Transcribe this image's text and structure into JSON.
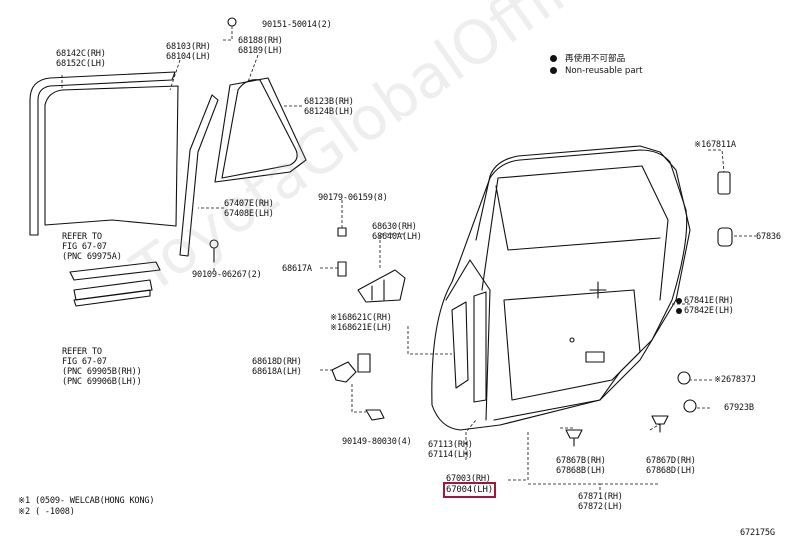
{
  "watermark": "ToyotaGlobalOffline.ru",
  "legend": {
    "item_jp": "再使用不可部品",
    "item_en": "Non-reusable part"
  },
  "labels": {
    "p68142C": [
      "68142C(RH)",
      "68152C(LH)"
    ],
    "p68103": [
      "68103(RH)",
      "68104(LH)"
    ],
    "p90151": "90151-50014(2)",
    "p68188": [
      "68188(RH)",
      "68189(LH)"
    ],
    "p68123B": [
      "68123B(RH)",
      "68124B(LH)"
    ],
    "p67407E": [
      "67407E(RH)",
      "67408E(LH)"
    ],
    "p90109": "90109-06267(2)",
    "ref1": [
      "REFER TO",
      "FIG 67-07",
      "(PNC 69975A)"
    ],
    "ref2": [
      "REFER TO",
      "FIG 67-07",
      "(PNC 69905B(RH))",
      "(PNC 69906B(LH))"
    ],
    "p90179": "90179-06159(8)",
    "p68630": [
      "68630(RH)",
      "68640A(LH)"
    ],
    "p68617A": "68617A",
    "p68621C": [
      "※168621C(RH)",
      "※168621E(LH)"
    ],
    "p68618D": [
      "68618D(RH)",
      "68618A(LH)"
    ],
    "p90149": "90149-80030(4)",
    "p67113": [
      "67113(RH)",
      "67114(LH)"
    ],
    "p67003": "67003(RH)",
    "p67004": "67004(LH)",
    "p67811A": "※167811A",
    "p67836": "67836",
    "p67841E": [
      "67841E(RH)",
      "67842E(LH)"
    ],
    "p67837J": "※267837J",
    "p67923B": "67923B",
    "p67867B": [
      "67867B(RH)",
      "67868B(LH)"
    ],
    "p67867D": [
      "67867D(RH)",
      "67868D(LH)"
    ],
    "p67871": [
      "67871(RH)",
      "67872(LH)"
    ],
    "note1": "※1 (0509-        WELCAB(HONG KONG)",
    "note2": "※2 (         -1008)",
    "figno": "672175G"
  }
}
